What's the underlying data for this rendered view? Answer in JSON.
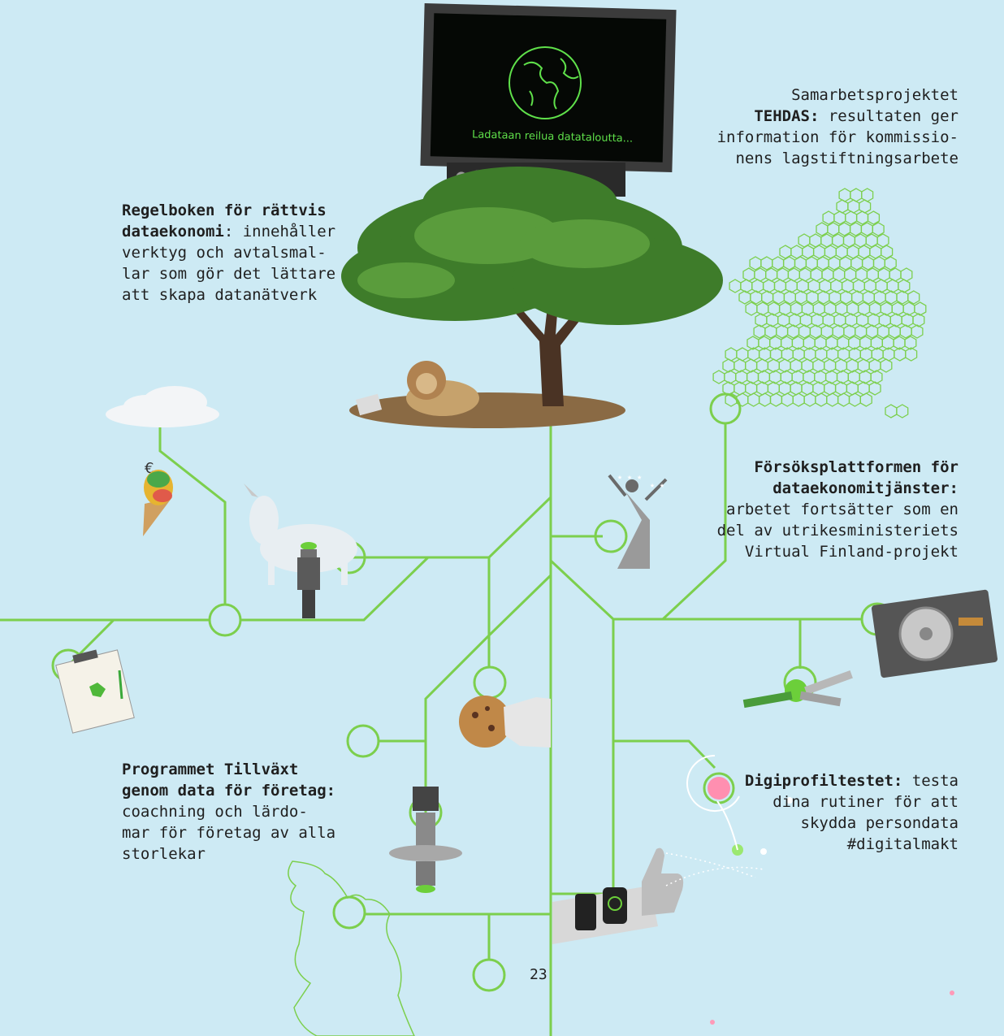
{
  "colors": {
    "background": "#cdeaf4",
    "line_green": "#7ccf4d",
    "text": "#1f1f1f",
    "screen_text": "#5fe04a"
  },
  "screen": {
    "text": "Ladataan reilua datataloutta..."
  },
  "blocks": {
    "tehdas": {
      "line1": "Samarbetsprojektet",
      "bold": "TEHDAS:",
      "line2_rest": " resultaten ger",
      "line3": "information för kommissio-",
      "line4": "nens lagstiftningsarbete"
    },
    "regelboken": {
      "bold1": "Regelboken för rättvis",
      "bold2": "dataekonomi",
      "line2_rest": ": innehåller",
      "line3": "verktyg och avtalsmal-",
      "line4": "lar som gör det lättare",
      "line5": "att skapa datanätverk"
    },
    "forsok": {
      "bold1": "Försöksplattformen för",
      "bold2": "dataekonomitjänster:",
      "line3": "arbetet fortsätter som en",
      "line4": "del av utrikesministeriets",
      "line5": "Virtual Finland-projekt"
    },
    "programmet": {
      "bold1": "Programmet Tillväxt",
      "bold2": "genom data för företag:",
      "line3": "coachning och lärdo-",
      "line4": "mar för företag av alla",
      "line5": "storlekar"
    },
    "digiprofil": {
      "bold": "Digiprofiltestet:",
      "line1_rest": " testa",
      "line2": "dina rutiner för att",
      "line3": "skydda persondata",
      "line4": "#digitalmakt"
    }
  },
  "page_number": "23",
  "icons": [
    "monitor-icon",
    "globe-icon",
    "typewriter-keys-icon",
    "tree-icon",
    "lion-icon",
    "laptop-icon",
    "europe-hex-map-icon",
    "cloud-icon",
    "euro-icon",
    "ice-cream-icon",
    "unicorn-icon",
    "robot-icon",
    "dancer-icon",
    "stars-icon",
    "hard-drive-icon",
    "keys-icon",
    "clipboard-icon",
    "cookie-icon",
    "hand-icon",
    "robot-arm-icon",
    "finland-map-icon",
    "target-icon",
    "smartwatch-icon",
    "thumbs-up-icon"
  ]
}
